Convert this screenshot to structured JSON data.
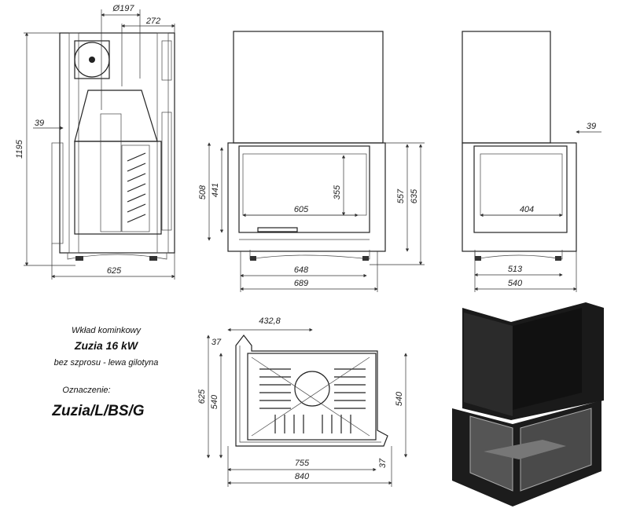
{
  "title_block": {
    "subtitle_top": "Wkład kominkowy",
    "model": "Zuzia 16 kW",
    "variant": "bez szprosu - lewa gilotyna",
    "designation_label": "Oznaczenie:",
    "designation": "Zuzia/L/BS/G"
  },
  "side_view_left": {
    "flue_diameter": "Ø197",
    "flue_offset": "272",
    "height": "1195",
    "door_depth": "39",
    "depth": "625"
  },
  "front_view": {
    "frame_height": "508",
    "door_height": "441",
    "glass_height": "355",
    "glass_width": "605",
    "height_to_frame": "557",
    "height_to_top": "635",
    "base_width": "648",
    "width": "689"
  },
  "side_view_right": {
    "door_depth": "39",
    "glass_width": "404",
    "base_depth": "513",
    "depth": "540"
  },
  "plan_view": {
    "flue_offset": "432,8",
    "frame_offset_top": "37",
    "total_depth": "625",
    "inner_depth_left": "540",
    "inner_depth_right": "540",
    "inner_width": "755",
    "total_width": "840",
    "frame_offset_side": "37"
  },
  "colors": {
    "line": "#222222",
    "render_dark": "#1a1a1a",
    "render_glass": "#555555"
  }
}
